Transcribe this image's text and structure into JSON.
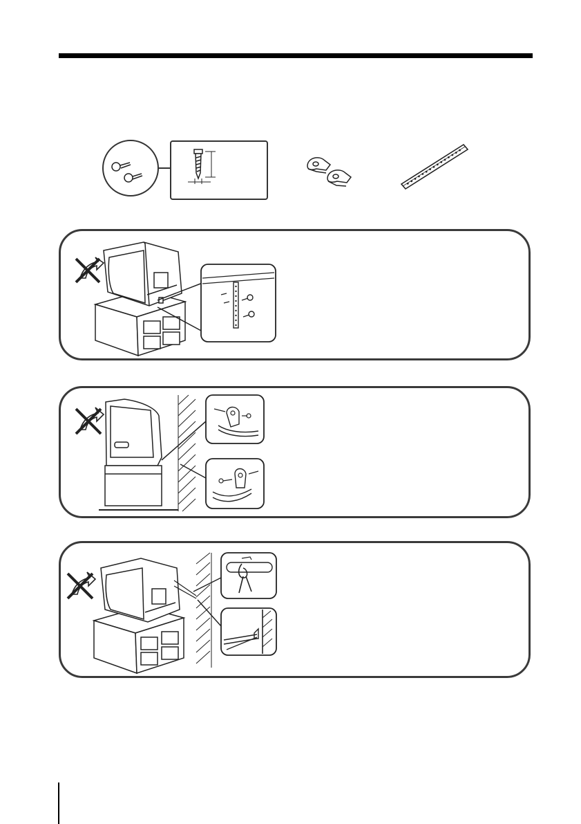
{
  "page": {
    "accent_color": "#000000",
    "line_color": "#3a3a3a"
  },
  "parts": {
    "screws_icon": "screw-pair-icon",
    "screw_detail_icon": "screw-dimension-icon",
    "clamps_icon": "cable-clamp-pair-icon",
    "strip_icon": "perforated-metal-strip-icon"
  },
  "panels": [
    {
      "icon": "no-tipping-icon",
      "illustration": "tv-strapped-to-stand-illustration"
    },
    {
      "icon": "no-tipping-icon",
      "illustration": "tv-clamped-to-wall-illustration"
    },
    {
      "icon": "no-tipping-icon",
      "illustration": "tv-tied-to-wall-illustration"
    }
  ]
}
